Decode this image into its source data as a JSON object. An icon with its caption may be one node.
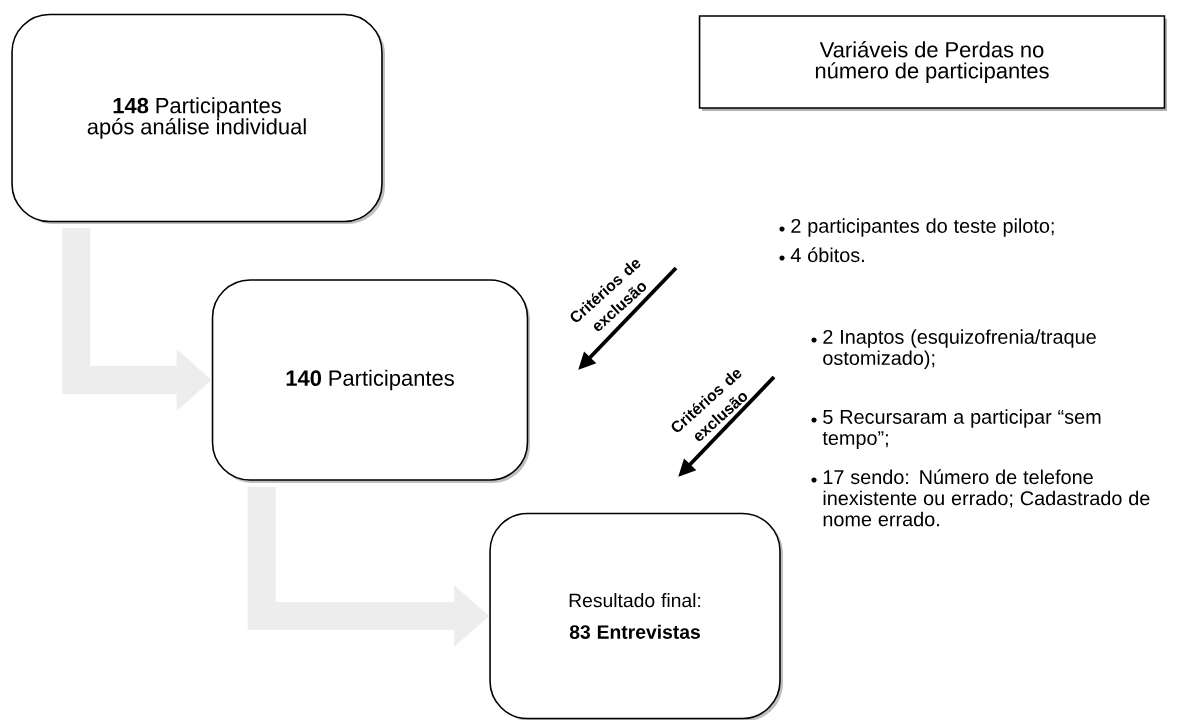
{
  "diagram": {
    "nodes": [
      {
        "text": [
          "**148** Participantes após análise individual"
        ]
      },
      {
        "text": [
          "**140** Participantes"
        ]
      },
      {
        "text": [
          "Resultado final:",
          "83 Entrevistas"
        ]
      },
      {
        "text": [
          "Variáveis de Perdas no número de participantes"
        ]
      }
    ],
    "edges": [
      {
        "from": 0,
        "to": 1,
        "arrow": "to"
      },
      {
        "from": 1,
        "to": 2,
        "arrow": "to"
      }
    ],
    "labels": [
      "2 participantes do teste piloto;",
      "4 óbitos.",
      "Critérios de exclusão",
      "Critérios de exclusão",
      "2 Inaptos (esquizofrenia/traque ostomizado);",
      "5 Recursaram a participar “sem tempo”;",
      "17 sendo: Número de telefone inexistente ou errado; Cadastrado de nome errado."
    ]
  }
}
